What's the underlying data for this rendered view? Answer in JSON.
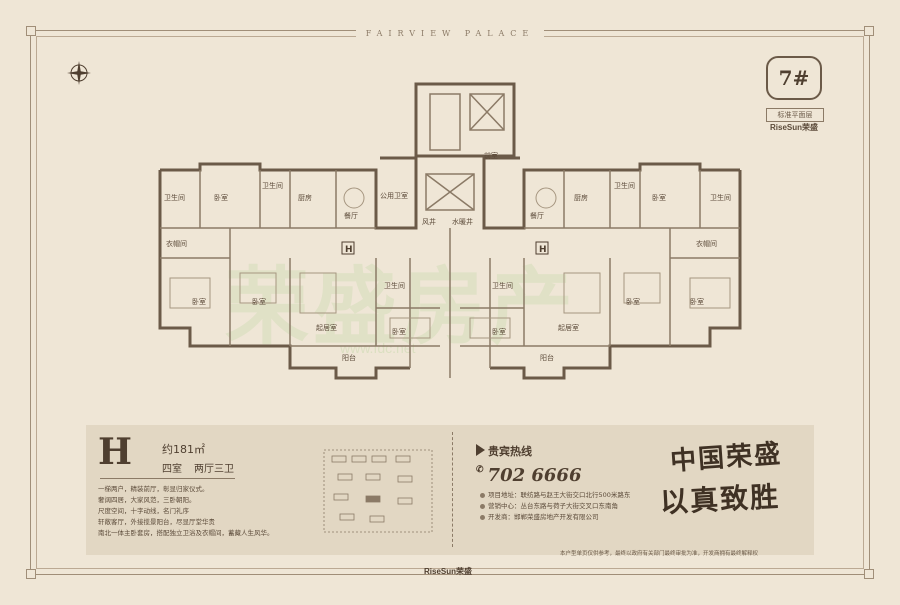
{
  "header": {
    "project_name": "FAIRVIEW PALACE"
  },
  "building": {
    "number": "7#",
    "floor_label": "标准平面层",
    "brand": "RiseSun荣盛"
  },
  "plan": {
    "rooms": {
      "guest_bath_l": "卫生间",
      "bed_l1": "卧室",
      "master_bath_l": "卫生间",
      "kitchen_l": "厨房",
      "dining_l": "餐厅",
      "wardrobe_l": "衣帽间",
      "bed_l2": "卧室",
      "bed_l3": "卧室",
      "living_l": "起居室",
      "bed_l4": "卧室",
      "guest_bath_l2": "卫生间",
      "balcony_l": "阳台",
      "public_bath": "公用卫室",
      "vent": "风井",
      "water_shaft": "水暖井",
      "lobby": "前室",
      "guest_bath_r": "卫生间",
      "bed_r1": "卧室",
      "master_bath_r": "卫生间",
      "kitchen_r": "厨房",
      "dining_r": "餐厅",
      "wardrobe_r": "衣帽间",
      "bed_r2": "卧室",
      "bed_r3": "卧室",
      "living_r": "起居室",
      "bed_r4": "卧室",
      "guest_bath_r2": "卫生间",
      "balcony_r": "阳台"
    },
    "unit_marks": {
      "left": "H",
      "right": "H"
    }
  },
  "watermark": {
    "text": "荣盛房产",
    "url": "www.fdc.net"
  },
  "unit": {
    "letter": "H",
    "area": "约181㎡",
    "bedrooms": "四室",
    "halls": "两厅三卫",
    "description": [
      "一梯两户，精装前厅，彰显归家仪式。",
      "奢阔四居，大家风范，三卧朝阳。",
      "尺度空间，十字动线，名门礼序",
      "轩敞客厅，外接揽景阳台，尽显厅堂华贵",
      "南北一体主卧套房，搭配独立卫浴及衣帽间，蓄藏人生风华。"
    ]
  },
  "hotline": {
    "label": "贵宾热线",
    "number": "702 6666",
    "address": "项目地址：联纺路与赵王大街交口北行500米路东",
    "sales_center": "营销中心：丛台东路与荷子大街交叉口东南角",
    "developer": "开发商：邯郸荣盛房地产开发有限公司"
  },
  "slogan": {
    "line1": "中国荣盛",
    "line2": "以真致胜"
  },
  "disclaimer": "本户型单页仅供参考，最终以政府有关部门最终审批为准，开发商拥有最终解释权",
  "footer": {
    "brand": "RiseSun荣盛"
  },
  "colors": {
    "background": "#efe6d6",
    "band": "#e2d7c3",
    "ink": "#4f3f30",
    "line": "#8b7a66",
    "watermark": "#96c878"
  }
}
